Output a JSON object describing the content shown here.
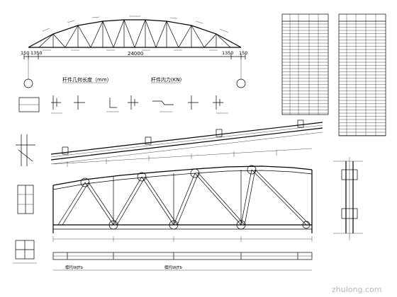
{
  "elevation": {
    "span_label": "24000",
    "left_dims": [
      "150",
      "1350"
    ],
    "right_dims": [
      "1350",
      "150"
    ]
  },
  "legends": {
    "geometry_title": "杆件几何长度（mm）",
    "force_title": "杆件内力(KN)"
  },
  "details": {
    "purlin_label_1": "檩托WJTb",
    "purlin_label_2": "檩托WJTb"
  },
  "watermark": {
    "text": "zhulong.com"
  }
}
